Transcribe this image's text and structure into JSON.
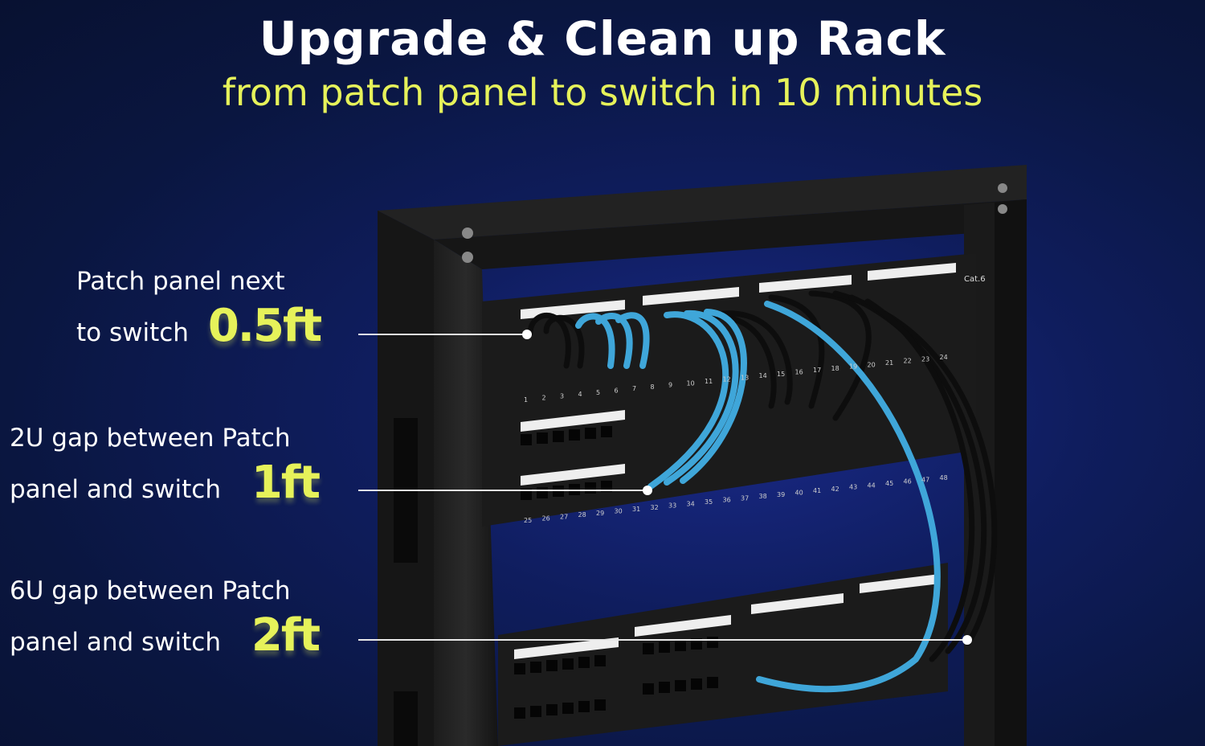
{
  "headline": "Upgrade & Clean up Rack",
  "subline": "from patch panel to switch in 10 minutes",
  "callouts": [
    {
      "line1": "Patch panel next",
      "line2": "to switch",
      "length": "0.5ft"
    },
    {
      "line1": "2U gap between Patch",
      "line2": "panel and switch",
      "length": "1ft"
    },
    {
      "line1": "6U gap between Patch",
      "line2": "panel and switch",
      "length": "2ft"
    }
  ],
  "panel_label": "Cat.6",
  "port_numbers": {
    "top_panel_row1": [
      "1",
      "2",
      "3",
      "4",
      "5",
      "6",
      "7",
      "8",
      "9",
      "10",
      "11",
      "12",
      "13",
      "14",
      "15",
      "16",
      "17",
      "18",
      "19",
      "20",
      "21",
      "22",
      "23",
      "24"
    ],
    "top_panel_row2": [
      "25",
      "26",
      "27",
      "28",
      "29",
      "30",
      "31",
      "32",
      "33",
      "34",
      "35",
      "36",
      "37",
      "38",
      "39",
      "40",
      "41",
      "42",
      "43",
      "44",
      "45",
      "46",
      "47",
      "48"
    ]
  },
  "colors": {
    "accent_yellow": "#e6f25a",
    "background_navy": "#0f1d5e",
    "cable_blue": "#3fa6d9",
    "cable_black": "#0d0d0d",
    "rack_black": "#1a1a1a"
  }
}
